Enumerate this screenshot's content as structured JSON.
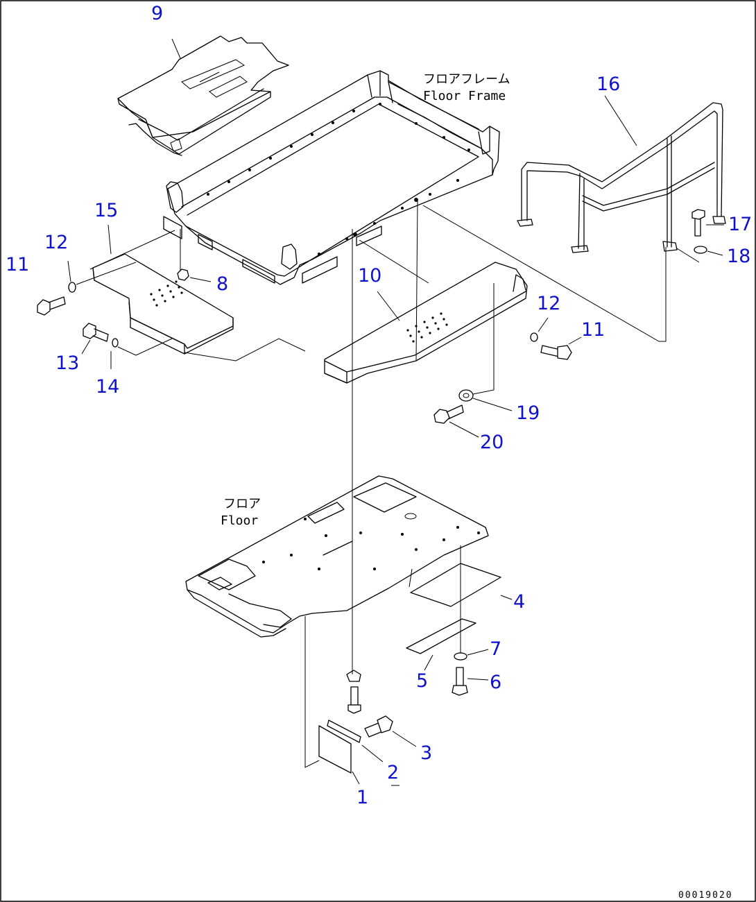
{
  "labels": {
    "floor_frame_jp": "フロアフレーム",
    "floor_frame_en": "Floor Frame",
    "floor_jp": "フロア",
    "floor_en": "Floor"
  },
  "callouts": {
    "c1": "1",
    "c2": "2",
    "c3": "3",
    "c4": "4",
    "c5": "5",
    "c6": "6",
    "c7": "7",
    "c8": "8",
    "c9": "9",
    "c10": "10",
    "c11a": "11",
    "c11b": "11",
    "c12a": "12",
    "c12b": "12",
    "c13": "13",
    "c14": "14",
    "c15": "15",
    "c16": "16",
    "c17": "17",
    "c18": "18",
    "c19": "19",
    "c20": "20"
  },
  "drawing_code": "00019020",
  "colors": {
    "callout": "#0f12cc",
    "line": "#000000",
    "background": "#ffffff"
  }
}
